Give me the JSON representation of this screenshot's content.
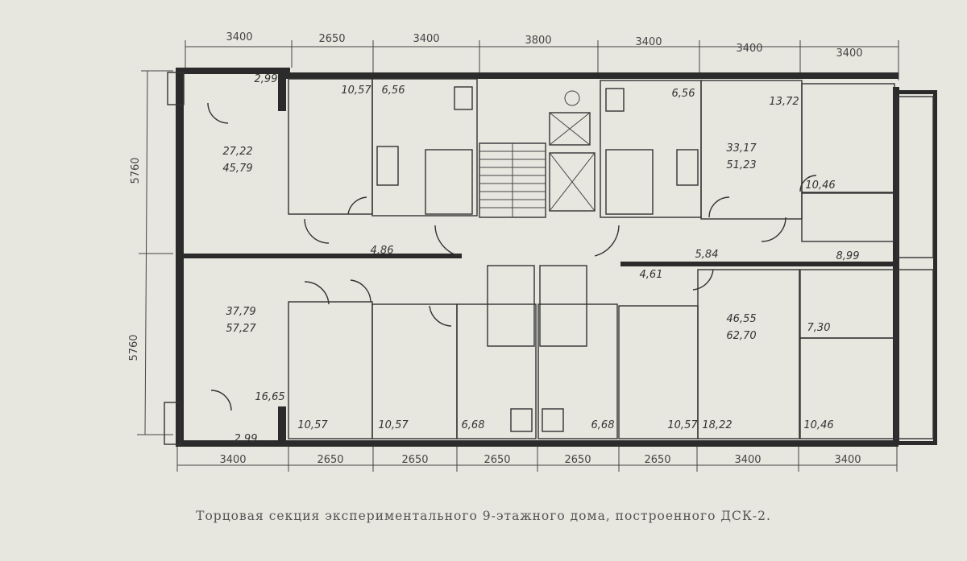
{
  "caption": "Торцовая секция экспериментального 9-этажного дома, построенного ДСК-2.",
  "dims_top": [
    "3400",
    "2650",
    "3400",
    "3800",
    "3400",
    "3400",
    "3400"
  ],
  "dims_bottom": [
    "3400",
    "2650",
    "2650",
    "2650",
    "2650",
    "2650",
    "3400",
    "3400"
  ],
  "dims_left": [
    "5760",
    "5760"
  ],
  "rooms": [
    "27,22",
    "45,79",
    "2,99",
    "10,57",
    "6,56",
    "6,56",
    "13,72",
    "33,17",
    "51,23",
    "10,46",
    "4,86",
    "5,84",
    "8,99",
    "4,61",
    "37,79",
    "57,27",
    "16,65",
    "2,99",
    "10,57",
    "10,57",
    "6,68",
    "6,68",
    "10,57",
    "18,22",
    "46,55",
    "62,70",
    "7,30",
    "10,46"
  ]
}
